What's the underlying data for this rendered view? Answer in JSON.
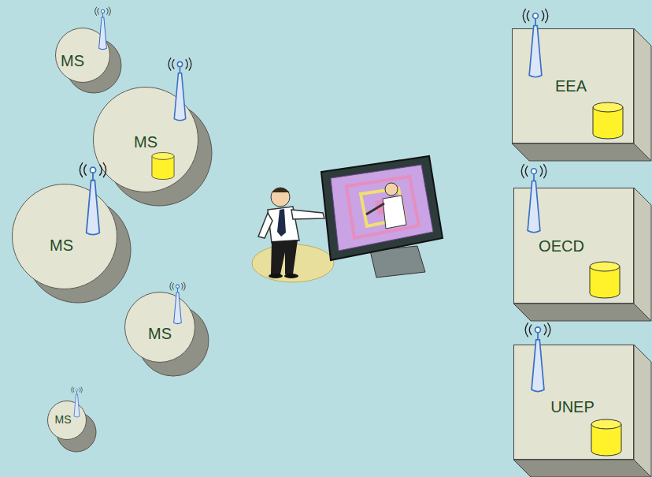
{
  "diagram": {
    "nodes": [
      {
        "text": [
          "MS"
        ]
      },
      {
        "text": [
          "MS"
        ]
      },
      {
        "text": [
          "MS"
        ]
      },
      {
        "text": [
          "MS"
        ]
      },
      {
        "text": [
          "MS"
        ]
      },
      {
        "text": [
          "EEA"
        ]
      },
      {
        "text": [
          "OECD"
        ]
      },
      {
        "text": [
          "UNEP"
        ]
      }
    ]
  }
}
